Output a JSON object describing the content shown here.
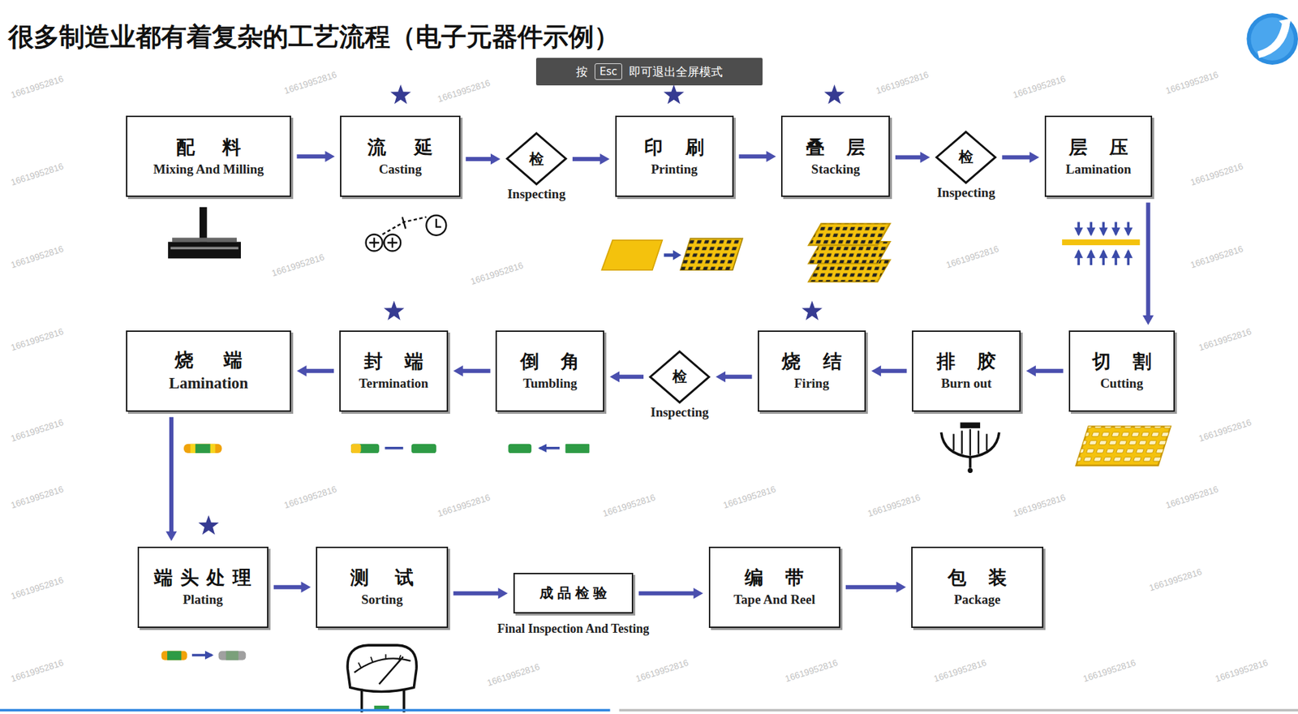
{
  "diagram": {
    "title": "很多制造业都有着复杂的工艺流程（电子元器件示例）",
    "nodes": [
      {
        "text": [
          "配料",
          "Mixing And Milling"
        ]
      },
      {
        "text": [
          "流延",
          "Casting"
        ]
      },
      {
        "text": [
          "检",
          "Inspecting"
        ]
      },
      {
        "text": [
          "印刷",
          "Printing"
        ]
      },
      {
        "text": [
          "叠层",
          "Stacking"
        ]
      },
      {
        "text": [
          "检",
          "Inspecting"
        ]
      },
      {
        "text": [
          "层压",
          "Lamination"
        ]
      },
      {
        "text": [
          "烧端",
          "Lamination"
        ]
      },
      {
        "text": [
          "封端",
          "Termination"
        ]
      },
      {
        "text": [
          "倒角",
          "Tumbling"
        ]
      },
      {
        "text": [
          "检",
          "Inspecting"
        ]
      },
      {
        "text": [
          "烧结",
          "Firing"
        ]
      },
      {
        "text": [
          "排胶",
          "Burn out"
        ]
      },
      {
        "text": [
          "切割",
          "Cutting"
        ]
      },
      {
        "text": [
          "端头处理",
          "Plating"
        ]
      },
      {
        "text": [
          "测试",
          "Sorting"
        ]
      },
      {
        "text": [
          "成品检验",
          "Final Inspection And Testing"
        ]
      },
      {
        "text": [
          "编带",
          "Tape And Reel"
        ]
      },
      {
        "text": [
          "包装",
          "Package"
        ]
      }
    ],
    "edges": [
      {
        "from": 0,
        "to": 1,
        "arrow": "to"
      },
      {
        "from": 1,
        "to": 2,
        "arrow": "to"
      },
      {
        "from": 2,
        "to": 3,
        "arrow": "to"
      },
      {
        "from": 3,
        "to": 4,
        "arrow": "to"
      },
      {
        "from": 4,
        "to": 5,
        "arrow": "to"
      },
      {
        "from": 5,
        "to": 6,
        "arrow": "to"
      },
      {
        "from": 6,
        "to": 13,
        "arrow": "to"
      },
      {
        "from": 13,
        "to": 12,
        "arrow": "to"
      },
      {
        "from": 12,
        "to": 11,
        "arrow": "to"
      },
      {
        "from": 11,
        "to": 10,
        "arrow": "to"
      },
      {
        "from": 10,
        "to": 9,
        "arrow": "to"
      },
      {
        "from": 9,
        "to": 8,
        "arrow": "to"
      },
      {
        "from": 8,
        "to": 7,
        "arrow": "to"
      },
      {
        "from": 7,
        "to": 14,
        "arrow": "to"
      },
      {
        "from": 14,
        "to": 15,
        "arrow": "to"
      },
      {
        "from": 15,
        "to": 16,
        "arrow": "to"
      },
      {
        "from": 16,
        "to": 17,
        "arrow": "to"
      },
      {
        "from": 17,
        "to": 18,
        "arrow": "to"
      }
    ],
    "labels": [
      "按",
      "Esc",
      "即可退出全屏模式",
      "16619952816",
      "16619952816",
      "16619952816",
      "16619952816",
      "16619952816",
      "16619952816",
      "16619952816",
      "16619952816",
      "16619952816",
      "16619952816",
      "16619952816",
      "16619952816",
      "16619952816",
      "16619952816",
      "16619952816",
      "16619952816",
      "16619952816",
      "16619952816",
      "16619952816",
      "16619952816",
      "16619952816",
      "16619952816",
      "16619952816",
      "16619952816",
      "16619952816",
      "16619952816",
      "16619952816",
      "16619952816",
      "16619952816",
      "16619952816",
      "16619952816",
      "16619952816",
      "16619952816",
      "16619952816"
    ]
  }
}
